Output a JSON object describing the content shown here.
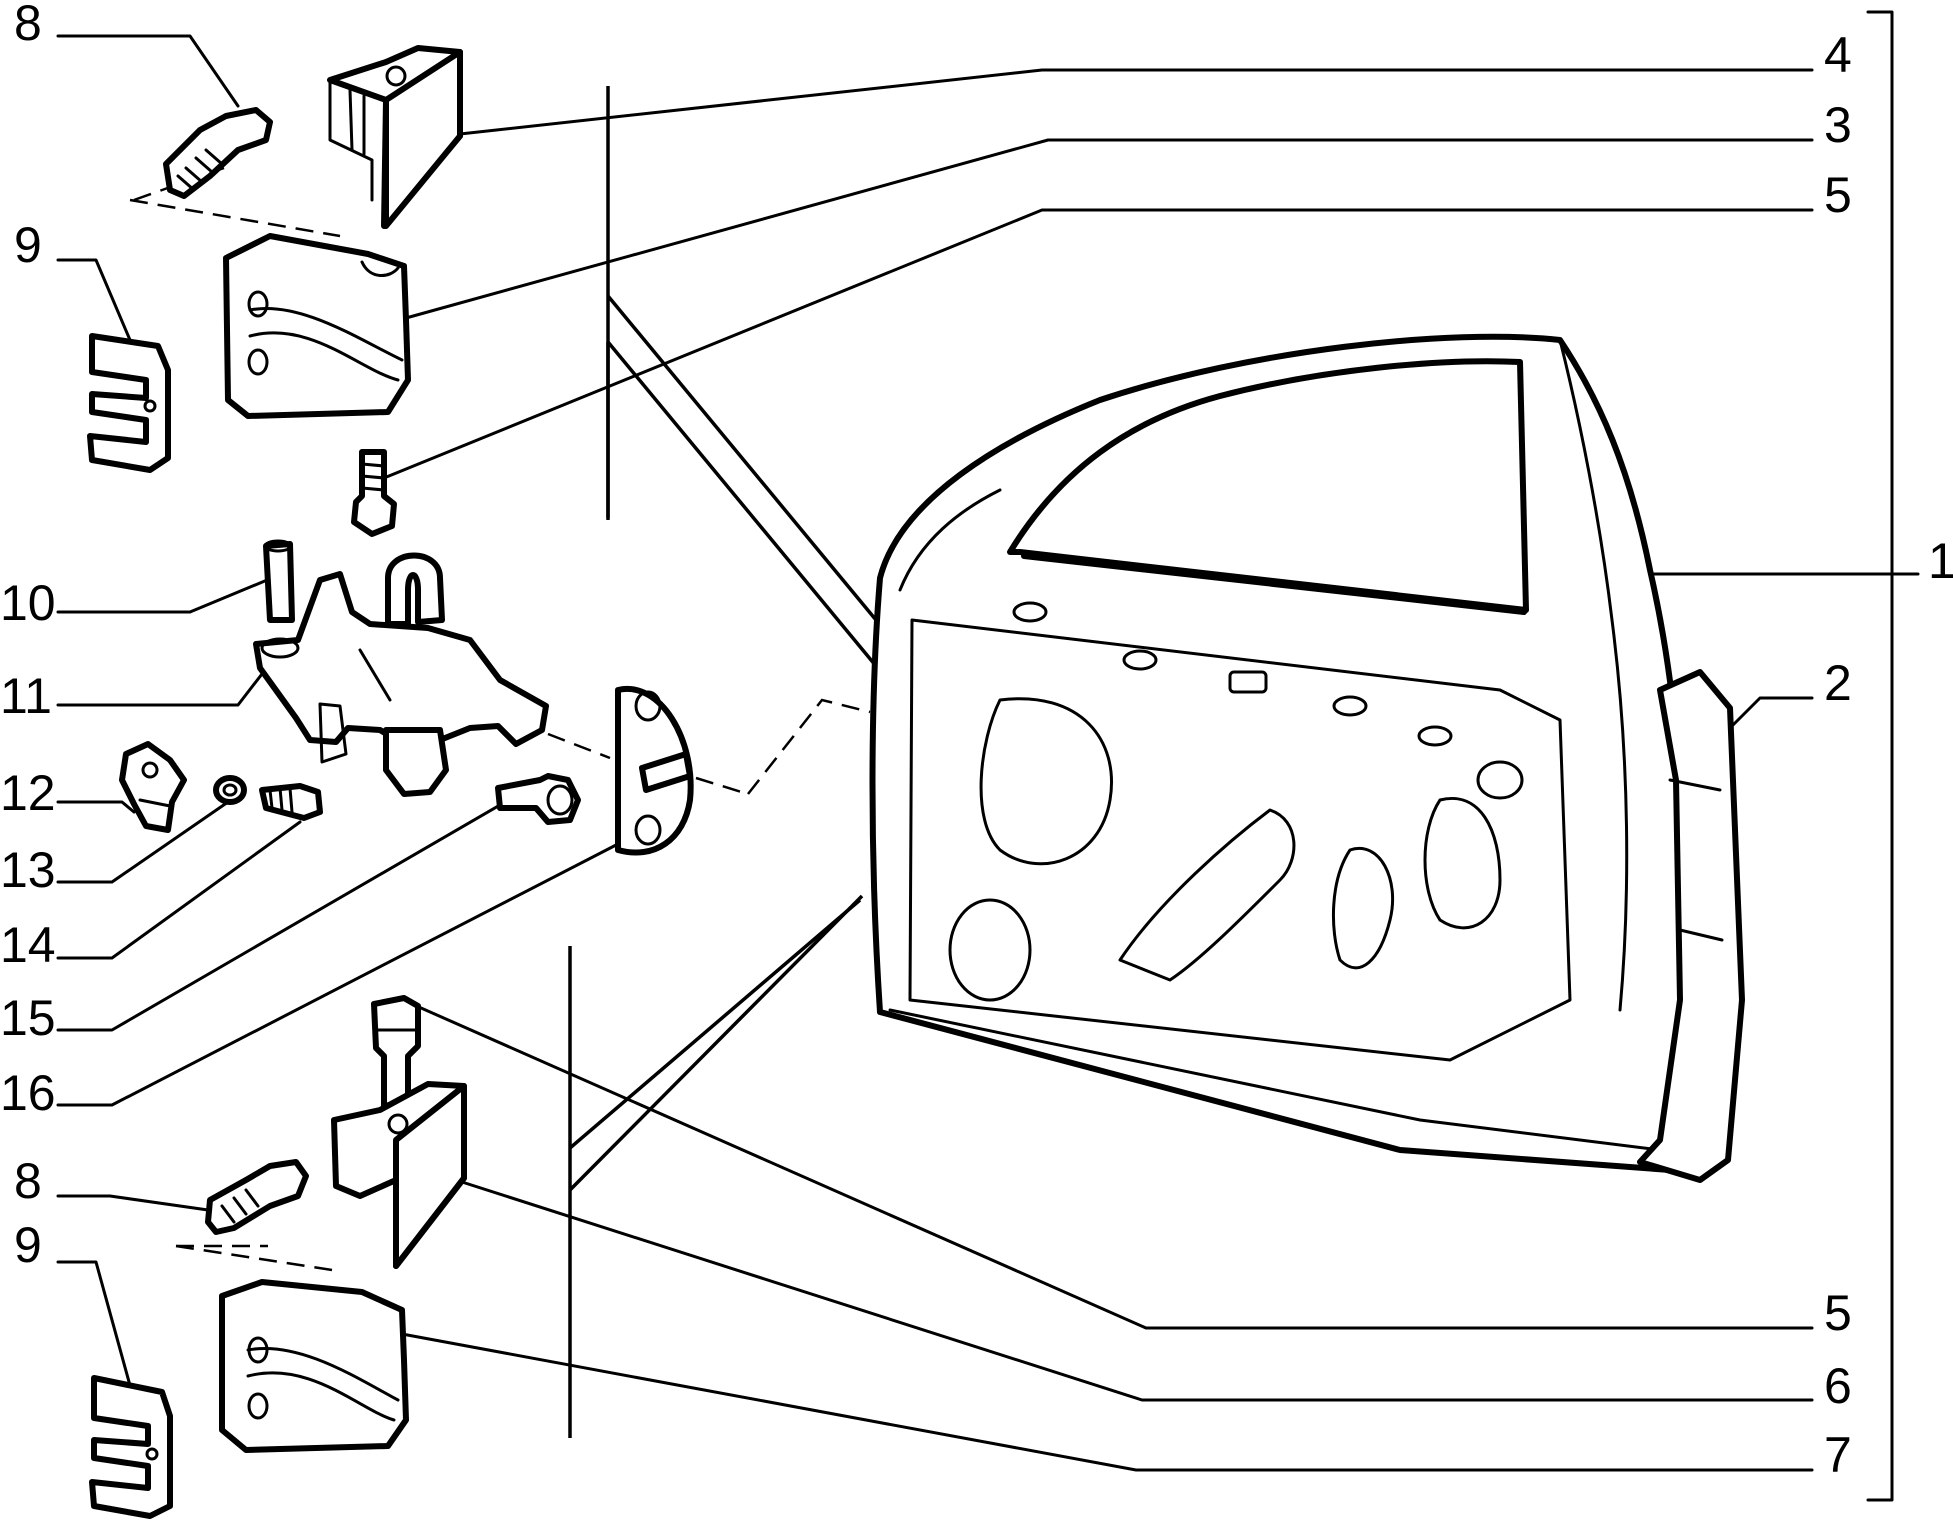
{
  "diagram": {
    "callouts": [
      {
        "id": "c8a",
        "text": "8"
      },
      {
        "id": "c9a",
        "text": "9"
      },
      {
        "id": "c10",
        "text": "10"
      },
      {
        "id": "c11",
        "text": "11"
      },
      {
        "id": "c12",
        "text": "12"
      },
      {
        "id": "c13",
        "text": "13"
      },
      {
        "id": "c14",
        "text": "14"
      },
      {
        "id": "c15",
        "text": "15"
      },
      {
        "id": "c16",
        "text": "16"
      },
      {
        "id": "c8b",
        "text": "8"
      },
      {
        "id": "c9b",
        "text": "9"
      },
      {
        "id": "c4",
        "text": "4"
      },
      {
        "id": "c3",
        "text": "3"
      },
      {
        "id": "c5a",
        "text": "5"
      },
      {
        "id": "c1",
        "text": "1"
      },
      {
        "id": "c2",
        "text": "2"
      },
      {
        "id": "c5b",
        "text": "5"
      },
      {
        "id": "c6",
        "text": "6"
      },
      {
        "id": "c7",
        "text": "7"
      }
    ]
  }
}
